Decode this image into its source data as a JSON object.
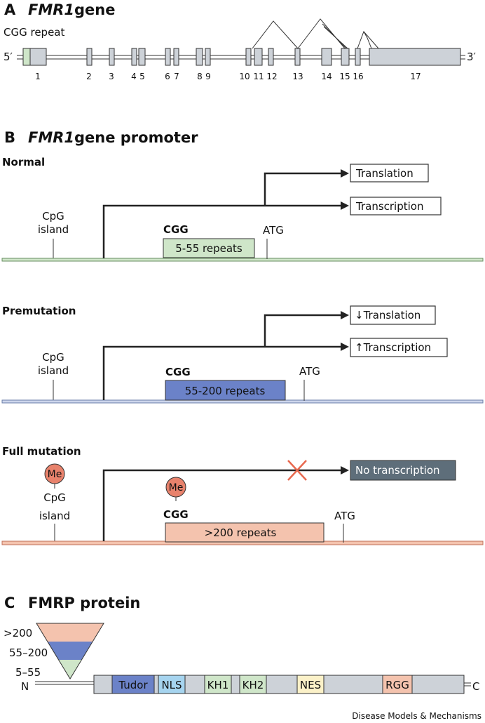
{
  "panelA": {
    "letter": "A",
    "gene": "FMR1",
    "title_rest": "gene",
    "cgg_label": "CGG repeat",
    "five_prime": "5′",
    "three_prime": "3′",
    "exons": [
      "1",
      "2",
      "3",
      "4",
      "5",
      "6",
      "7",
      "8",
      "9",
      "10",
      "11",
      "12",
      "13",
      "14",
      "15",
      "16",
      "17"
    ]
  },
  "panelB": {
    "letter": "B",
    "gene": "FMR1",
    "title_rest": "gene promoter",
    "normal": {
      "label": "Normal",
      "cpg_line1": "CpG",
      "cpg_line2": "island",
      "cgg": "CGG",
      "repeats": "5-55 repeats",
      "atg": "ATG",
      "out_top": "Translation",
      "out_bottom": "Transcription"
    },
    "premutation": {
      "label": "Premutation",
      "cpg_line1": "CpG",
      "cpg_line2": "island",
      "cgg": "CGG",
      "repeats": "55-200 repeats",
      "atg": "ATG",
      "out_top": "↓Translation",
      "out_bottom": "↑Transcription"
    },
    "full": {
      "label": "Full mutation",
      "me1": "Me",
      "me2": "Me",
      "cpg_line1": "CpG",
      "cpg_line2": "island",
      "cgg": "CGG",
      "repeats": ">200 repeats",
      "atg": "ATG",
      "out": "No transcription"
    }
  },
  "panelC": {
    "letter": "C",
    "title": "FMRP protein",
    "tri_gt200": ">200",
    "tri_55_200": "55–200",
    "tri_5_55": "5–55",
    "n": "N",
    "c": "C",
    "domains": [
      "Tudor",
      "NLS",
      "KH1",
      "KH2",
      "NES",
      "RGG"
    ]
  },
  "credit": "Disease Models & Mechanisms",
  "colors": {
    "green": "#cfe6c9",
    "blue": "#6b82c8",
    "salmon": "#f4c3ae",
    "grey": "#cdd2d8",
    "dark": "#5e6e7a",
    "me": "#e8826c",
    "cross": "#e8694f"
  }
}
